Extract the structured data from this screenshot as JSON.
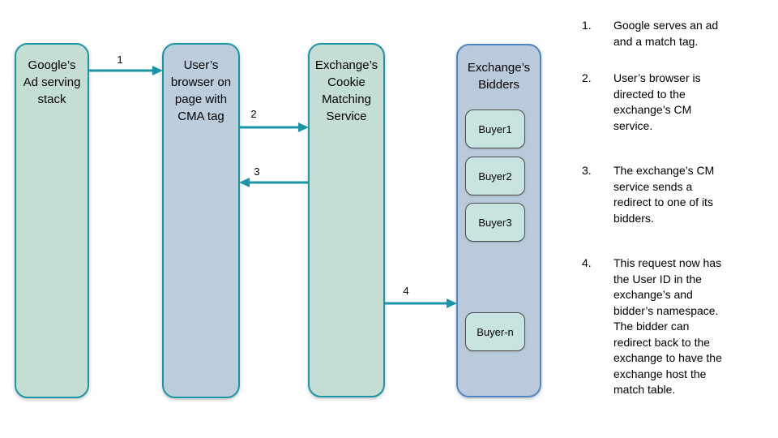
{
  "diagram": {
    "nodes": [
      {
        "id": "google",
        "label": "Google’s\nAd serving\nstack"
      },
      {
        "id": "browser",
        "label": "User’s\nbrowser on\npage with\nCMA tag"
      },
      {
        "id": "cms",
        "label": "Exchange’s\nCookie\nMatching\nService"
      },
      {
        "id": "bidders",
        "label": "Exchange’s\nBidders",
        "children": [
          "Buyer1",
          "Buyer2",
          "Buyer3",
          "Buyer-n"
        ]
      }
    ],
    "arrows": [
      {
        "label": "1",
        "from": "google",
        "to": "browser",
        "direction": "right"
      },
      {
        "label": "2",
        "from": "browser",
        "to": "cms",
        "direction": "right"
      },
      {
        "label": "3",
        "from": "cms",
        "to": "browser",
        "direction": "left"
      },
      {
        "label": "4",
        "from": "cms",
        "to": "bidders",
        "direction": "right"
      }
    ]
  },
  "steps": [
    {
      "num": "1.",
      "text": "Google serves an ad\nand a match tag."
    },
    {
      "num": "2.",
      "text": "User’s browser is\ndirected to the\nexchange’s CM\nservice."
    },
    {
      "num": "3.",
      "text": "The exchange’s CM\nservice sends a\nredirect to one of its\nbidders."
    },
    {
      "num": "4.",
      "text": "This request now has\nthe User ID in the\nexchange’s and\nbidder’s namespace.\nThe bidder can\nredirect back to the\nexchange to have the\nexchange host the\nmatch table."
    }
  ],
  "colors": {
    "node_border_teal": "#1a95a5",
    "node_fill_green": "#c5ded4",
    "node_fill_blue": "#bccddc",
    "bidders_fill": "#b9cbdb",
    "bidders_border_blue": "#4a86c8",
    "buyer_fill": "#c8e4e0",
    "buyer_border": "#4d4d4d",
    "arrow_teal": "#1896a8",
    "text": "#000000"
  }
}
